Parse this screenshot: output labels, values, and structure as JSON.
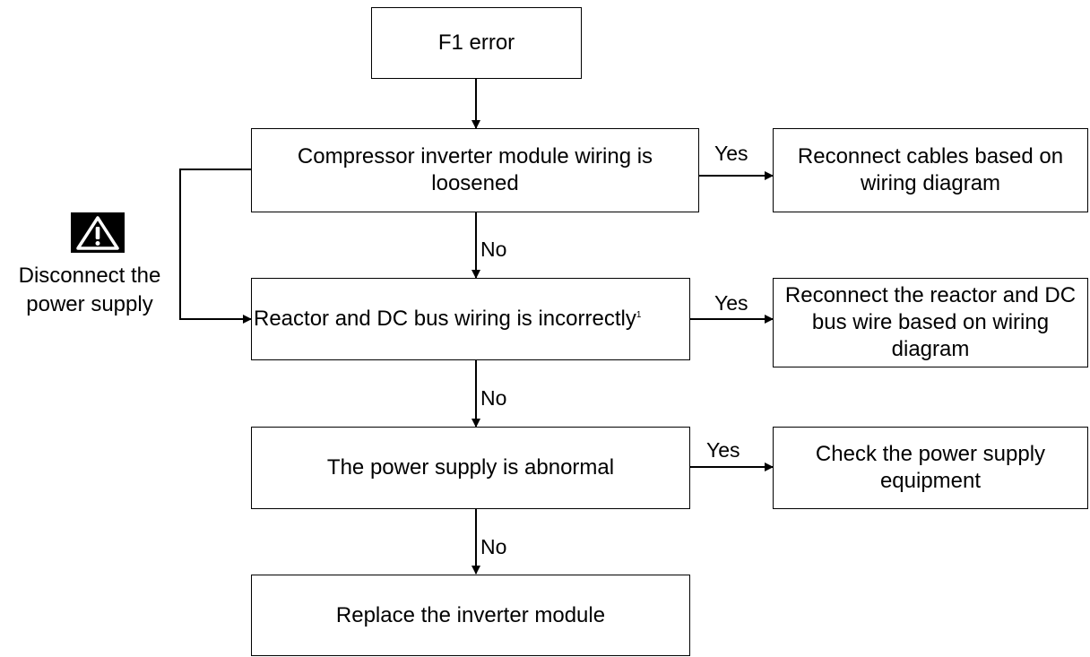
{
  "nodes": {
    "start": "F1 error",
    "q1": "Compressor inverter module wiring is loosened",
    "a1": "Reconnect cables based on wiring diagram",
    "q2": "Reactor and DC bus wiring is incorrectly",
    "q2_note": "1",
    "a2": "Reconnect the reactor and DC bus wire based on wiring diagram",
    "q3": "The power supply is abnormal",
    "a3": "Check the power supply equipment",
    "end": "Replace the inverter module"
  },
  "edges": {
    "yes1": "Yes",
    "yes2": "Yes",
    "yes3": "Yes",
    "no1": "No",
    "no2": "No",
    "no3": "No"
  },
  "warning": {
    "icon": "warning-icon",
    "text": "Disconnect the power supply"
  }
}
